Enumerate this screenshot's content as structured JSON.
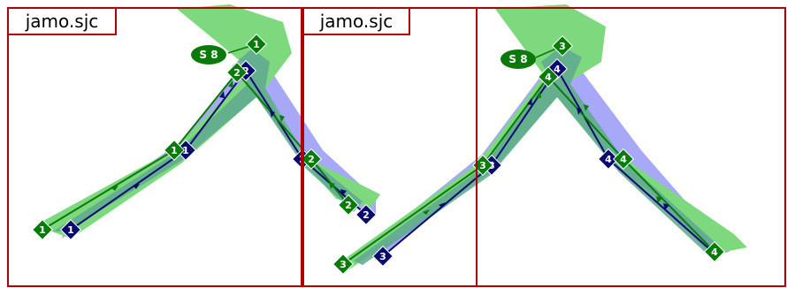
{
  "colors": {
    "frame": "#b20000",
    "blue_stroke_fill": "#a8a8f8",
    "green_stroke_fill": "#7ed87e",
    "overlap_fill": "#5fa88f",
    "blue_path": "#0b0b6e",
    "green_path": "#0a7a0a",
    "start_badge": "#0b7a0b"
  },
  "panels": [
    {
      "id": "left",
      "file_label": "jamo.sjc",
      "start_label": "S 8",
      "blue_nodes": [
        "1",
        "1",
        "2",
        "2",
        "2"
      ],
      "green_nodes": [
        "1",
        "1",
        "2",
        "2",
        "2",
        "1"
      ]
    },
    {
      "id": "right",
      "file_label": "jamo.sjc",
      "start_label": "S 8",
      "blue_nodes": [
        "3",
        "3",
        "4",
        "4"
      ],
      "green_nodes": [
        "3",
        "3",
        "4",
        "4",
        "4",
        "3"
      ]
    }
  ]
}
